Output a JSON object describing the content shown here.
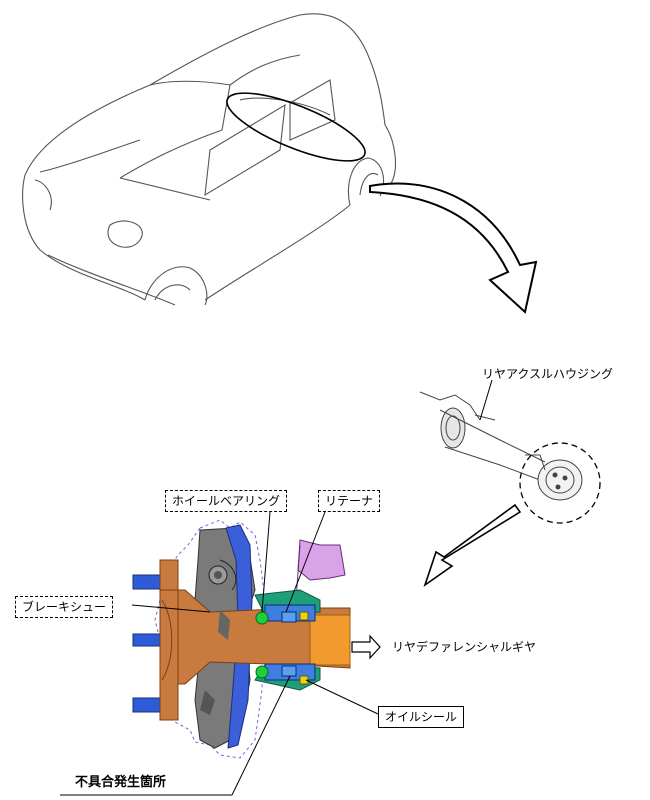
{
  "labels": {
    "rear_axle_housing": "リヤアクスルハウジング",
    "wheel_bearing": "ホイールベアリング",
    "retainer": "リテーナ",
    "brake_shoe": "ブレーキシュー",
    "rear_differential_gear": "リヤデファレンシャルギヤ",
    "oil_seal": "オイルシール",
    "defect_location": "不具合発生箇所"
  }
}
